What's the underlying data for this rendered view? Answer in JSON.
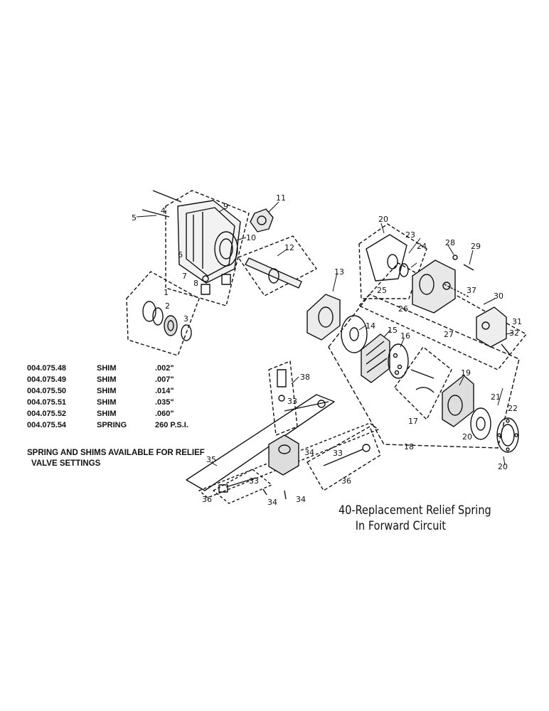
{
  "callouts": [
    "1",
    "2",
    "3",
    "4",
    "5",
    "6",
    "7",
    "8",
    "9",
    "10",
    "11",
    "12",
    "13",
    "14",
    "15",
    "16",
    "17",
    "18",
    "19",
    "20",
    "20",
    "20",
    "21",
    "22",
    "23",
    "24",
    "25",
    "26",
    "27",
    "28",
    "29",
    "30",
    "31",
    "32",
    "33",
    "33",
    "33",
    "34",
    "34",
    "34",
    "35",
    "36",
    "36",
    "37",
    "38"
  ],
  "parts_table": [
    {
      "part_no": "004.075.48",
      "description": "SHIM",
      "spec": ".002\""
    },
    {
      "part_no": "004.075.49",
      "description": "SHIM",
      "spec": ".007\""
    },
    {
      "part_no": "004.075.50",
      "description": "SHIM",
      "spec": ".014\""
    },
    {
      "part_no": "004.075.51",
      "description": "SHIM",
      "spec": ".035\""
    },
    {
      "part_no": "004.075.52",
      "description": "SHIM",
      "spec": ".060\""
    },
    {
      "part_no": "004.075.54",
      "description": "SPRING",
      "spec": "260 P.S.I."
    }
  ],
  "note": {
    "line1": "SPRING AND SHIMS AVAILABLE FOR RELIEF",
    "line2": "VALVE SETTINGS"
  },
  "caption": {
    "line1": "40-Replacement Relief  Spring",
    "line2": "In Forward Circuit"
  }
}
